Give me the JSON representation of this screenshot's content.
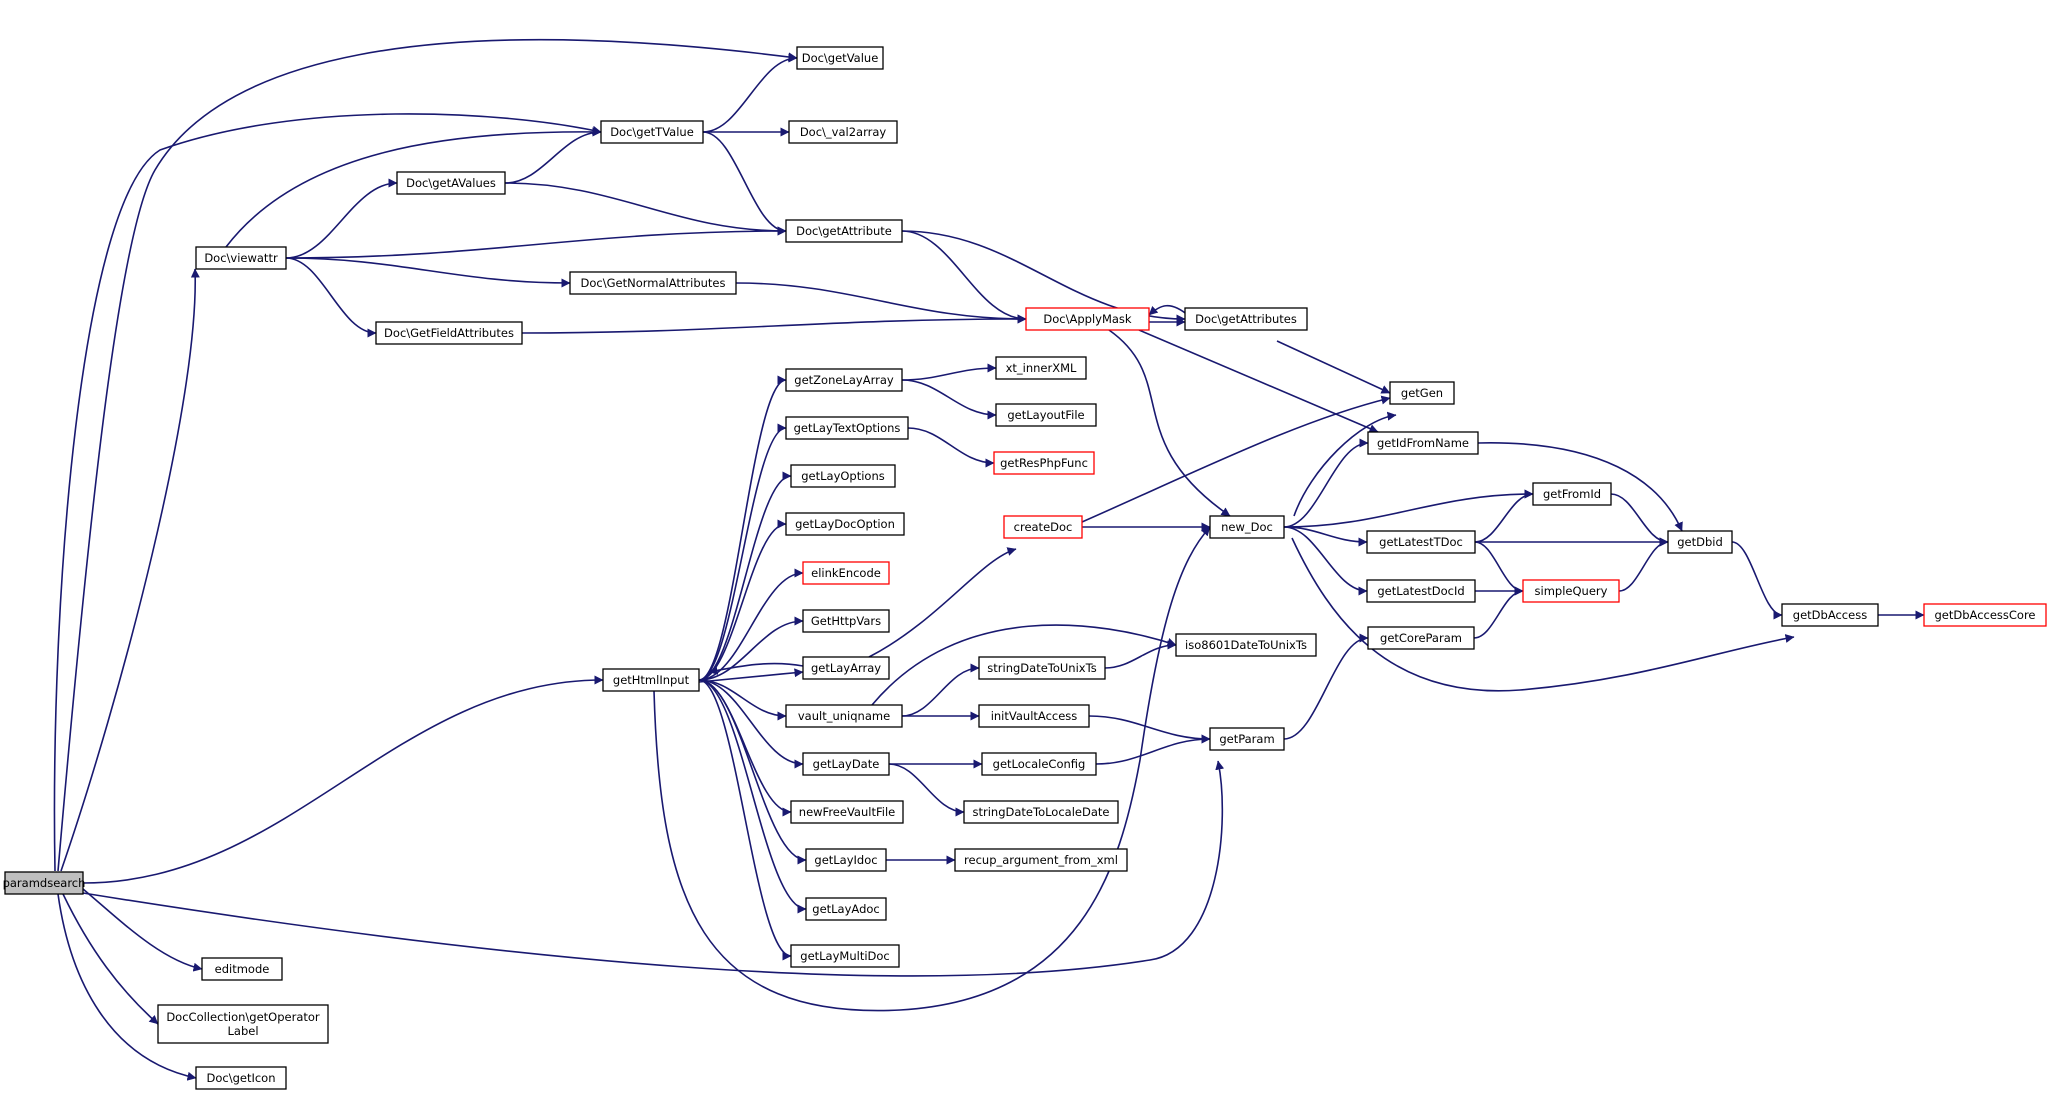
{
  "colors": {
    "edge": "#191970",
    "node_border": "#000000",
    "node_border_undocumented": "#ff0000",
    "root_fill": "#bfbfbf",
    "node_fill": "#ffffff"
  },
  "nodes": [
    {
      "id": "paramdsearch",
      "label": "paramdsearch",
      "style": "root"
    },
    {
      "id": "doc_getvalue",
      "label": "Doc\\getValue",
      "style": "normal"
    },
    {
      "id": "doc_gettvalue",
      "label": "Doc\\getTValue",
      "style": "normal"
    },
    {
      "id": "doc_val2array",
      "label": "Doc\\_val2array",
      "style": "normal"
    },
    {
      "id": "doc_getavalues",
      "label": "Doc\\getAValues",
      "style": "normal"
    },
    {
      "id": "doc_viewattr",
      "label": "Doc\\viewattr",
      "style": "normal"
    },
    {
      "id": "doc_getattribute",
      "label": "Doc\\getAttribute",
      "style": "normal"
    },
    {
      "id": "doc_getnormalattributes",
      "label": "Doc\\GetNormalAttributes",
      "style": "normal"
    },
    {
      "id": "doc_getfieldattributes",
      "label": "Doc\\GetFieldAttributes",
      "style": "normal"
    },
    {
      "id": "doc_applymask",
      "label": "Doc\\ApplyMask",
      "style": "red"
    },
    {
      "id": "doc_getattributes",
      "label": "Doc\\getAttributes",
      "style": "normal"
    },
    {
      "id": "getzonelayarray",
      "label": "getZoneLayArray",
      "style": "normal"
    },
    {
      "id": "xt_innerxml",
      "label": "xt_innerXML",
      "style": "normal"
    },
    {
      "id": "getlayoutfile",
      "label": "getLayoutFile",
      "style": "normal"
    },
    {
      "id": "getlaytextoptions",
      "label": "getLayTextOptions",
      "style": "normal"
    },
    {
      "id": "getresphpfunc",
      "label": "getResPhpFunc",
      "style": "red"
    },
    {
      "id": "getlayoptions",
      "label": "getLayOptions",
      "style": "normal"
    },
    {
      "id": "getlaydocoption",
      "label": "getLayDocOption",
      "style": "normal"
    },
    {
      "id": "elinkencode",
      "label": "elinkEncode",
      "style": "red"
    },
    {
      "id": "gethttpvars",
      "label": "GetHttpVars",
      "style": "normal"
    },
    {
      "id": "getlayarray",
      "label": "getLayArray",
      "style": "normal"
    },
    {
      "id": "gethtmlinput",
      "label": "getHtmlInput",
      "style": "normal"
    },
    {
      "id": "vault_uniqname",
      "label": "vault_uniqname",
      "style": "normal"
    },
    {
      "id": "getlaydate",
      "label": "getLayDate",
      "style": "normal"
    },
    {
      "id": "newfreevaultfile",
      "label": "newFreeVaultFile",
      "style": "normal"
    },
    {
      "id": "getlayidoc",
      "label": "getLayIdoc",
      "style": "normal"
    },
    {
      "id": "getlayadoc",
      "label": "getLayAdoc",
      "style": "normal"
    },
    {
      "id": "getlaymultidoc",
      "label": "getLayMultiDoc",
      "style": "normal"
    },
    {
      "id": "createdoc",
      "label": "createDoc",
      "style": "red"
    },
    {
      "id": "stringdatetounixts",
      "label": "stringDateToUnixTs",
      "style": "normal"
    },
    {
      "id": "iso8601datetounixts",
      "label": "iso8601DateToUnixTs",
      "style": "normal"
    },
    {
      "id": "initvaultaccess",
      "label": "initVaultAccess",
      "style": "normal"
    },
    {
      "id": "getlocaleconfig",
      "label": "getLocaleConfig",
      "style": "normal"
    },
    {
      "id": "stringdatetolocaledate",
      "label": "stringDateToLocaleDate",
      "style": "normal"
    },
    {
      "id": "recup_argument_from_xml",
      "label": "recup_argument_from_xml",
      "style": "normal"
    },
    {
      "id": "new_doc",
      "label": "new_Doc",
      "style": "normal"
    },
    {
      "id": "getgen",
      "label": "getGen",
      "style": "normal"
    },
    {
      "id": "getidfromname",
      "label": "getIdFromName",
      "style": "normal"
    },
    {
      "id": "getfromid",
      "label": "getFromId",
      "style": "normal"
    },
    {
      "id": "getlatesttdoc",
      "label": "getLatestTDoc",
      "style": "normal"
    },
    {
      "id": "getdbid",
      "label": "getDbid",
      "style": "normal"
    },
    {
      "id": "getlatestdocid",
      "label": "getLatestDocId",
      "style": "normal"
    },
    {
      "id": "simplequery",
      "label": "simpleQuery",
      "style": "red"
    },
    {
      "id": "getcoreparam",
      "label": "getCoreParam",
      "style": "normal"
    },
    {
      "id": "getparam",
      "label": "getParam",
      "style": "normal"
    },
    {
      "id": "getdbaccess",
      "label": "getDbAccess",
      "style": "normal"
    },
    {
      "id": "getdbaccesscore",
      "label": "getDbAccessCore",
      "style": "red"
    },
    {
      "id": "editmode",
      "label": "editmode",
      "style": "normal"
    },
    {
      "id": "doccollection_getoperatorlabel",
      "label": "DocCollection\\getOperator\nLabel",
      "style": "normal"
    },
    {
      "id": "doc_geticon",
      "label": "Doc\\getIcon",
      "style": "normal"
    }
  ],
  "edges": [
    [
      "paramdsearch",
      "doc_getvalue"
    ],
    [
      "paramdsearch",
      "doc_gettvalue"
    ],
    [
      "paramdsearch",
      "doc_viewattr"
    ],
    [
      "paramdsearch",
      "gethtmlinput"
    ],
    [
      "paramdsearch",
      "getparam"
    ],
    [
      "paramdsearch",
      "editmode"
    ],
    [
      "paramdsearch",
      "doccollection_getoperatorlabel"
    ],
    [
      "paramdsearch",
      "doc_geticon"
    ],
    [
      "doc_viewattr",
      "doc_gettvalue"
    ],
    [
      "doc_viewattr",
      "doc_getavalues"
    ],
    [
      "doc_viewattr",
      "doc_getattribute"
    ],
    [
      "doc_viewattr",
      "doc_getnormalattributes"
    ],
    [
      "doc_viewattr",
      "doc_getfieldattributes"
    ],
    [
      "doc_getavalues",
      "doc_gettvalue"
    ],
    [
      "doc_getavalues",
      "doc_getattribute"
    ],
    [
      "doc_gettvalue",
      "doc_getvalue"
    ],
    [
      "doc_gettvalue",
      "doc_val2array"
    ],
    [
      "doc_gettvalue",
      "doc_getattribute"
    ],
    [
      "doc_getattribute",
      "doc_applymask"
    ],
    [
      "doc_getattribute",
      "doc_getattributes"
    ],
    [
      "doc_getnormalattributes",
      "doc_applymask"
    ],
    [
      "doc_getfieldattributes",
      "doc_applymask"
    ],
    [
      "doc_applymask",
      "doc_getattributes"
    ],
    [
      "doc_getattributes",
      "doc_applymask"
    ],
    [
      "doc_applymask",
      "new_doc"
    ],
    [
      "doc_applymask",
      "getidfromname"
    ],
    [
      "doc_getattributes",
      "getgen"
    ],
    [
      "gethtmlinput",
      "getzonelayarray"
    ],
    [
      "gethtmlinput",
      "getlaytextoptions"
    ],
    [
      "gethtmlinput",
      "getlayoptions"
    ],
    [
      "gethtmlinput",
      "getlaydocoption"
    ],
    [
      "gethtmlinput",
      "elinkencode"
    ],
    [
      "gethtmlinput",
      "gethttpvars"
    ],
    [
      "gethtmlinput",
      "getlayarray"
    ],
    [
      "getlayarray",
      "gethtmlinput"
    ],
    [
      "gethtmlinput",
      "vault_uniqname"
    ],
    [
      "gethtmlinput",
      "getlaydate"
    ],
    [
      "gethtmlinput",
      "newfreevaultfile"
    ],
    [
      "gethtmlinput",
      "getlayidoc"
    ],
    [
      "gethtmlinput",
      "getlayadoc"
    ],
    [
      "gethtmlinput",
      "getlaymultidoc"
    ],
    [
      "gethtmlinput",
      "new_doc"
    ],
    [
      "getzonelayarray",
      "xt_innerxml"
    ],
    [
      "getzonelayarray",
      "getlayoutfile"
    ],
    [
      "getlaytextoptions",
      "getresphpfunc"
    ],
    [
      "getlayarray",
      "createdoc"
    ],
    [
      "vault_uniqname",
      "iso8601datetounixts"
    ],
    [
      "vault_uniqname",
      "stringdatetounixts"
    ],
    [
      "vault_uniqname",
      "initvaultaccess"
    ],
    [
      "stringdatetounixts",
      "iso8601datetounixts"
    ],
    [
      "getlaydate",
      "getlocaleconfig"
    ],
    [
      "getlaydate",
      "stringdatetolocaledate"
    ],
    [
      "getlayidoc",
      "recup_argument_from_xml"
    ],
    [
      "initvaultaccess",
      "getparam"
    ],
    [
      "getlocaleconfig",
      "getparam"
    ],
    [
      "createdoc",
      "new_doc"
    ],
    [
      "createdoc",
      "getgen"
    ],
    [
      "new_doc",
      "getgen"
    ],
    [
      "new_doc",
      "getidfromname"
    ],
    [
      "new_doc",
      "getfromid"
    ],
    [
      "new_doc",
      "getlatesttdoc"
    ],
    [
      "new_doc",
      "getlatestdocid"
    ],
    [
      "new_doc",
      "getdbaccess"
    ],
    [
      "getidfromname",
      "getdbid"
    ],
    [
      "getlatesttdoc",
      "getfromid"
    ],
    [
      "getlatesttdoc",
      "getdbid"
    ],
    [
      "getlatesttdoc",
      "simplequery"
    ],
    [
      "getfromid",
      "getdbid"
    ],
    [
      "getlatestdocid",
      "simplequery"
    ],
    [
      "simplequery",
      "getdbid"
    ],
    [
      "getcoreparam",
      "simplequery"
    ],
    [
      "getparam",
      "getcoreparam"
    ],
    [
      "getdbid",
      "getdbaccess"
    ],
    [
      "getdbaccess",
      "getdbaccesscore"
    ]
  ]
}
